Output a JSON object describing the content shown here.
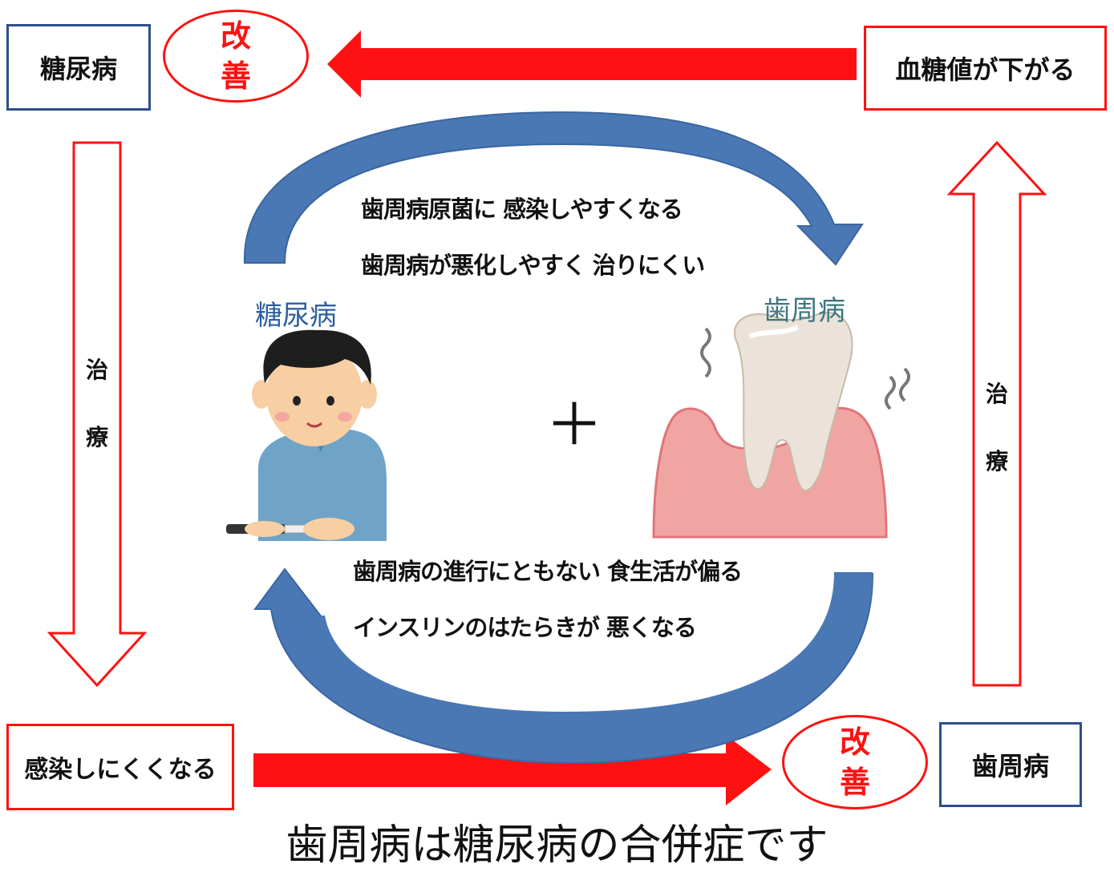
{
  "top_left_box": "糖尿病",
  "top_right_box": "血糖値が下がる",
  "bottom_left_box": "感染しにくくなる",
  "bottom_right_box": "歯周病",
  "improve_top": [
    "改",
    "善"
  ],
  "improve_bottom": [
    "改",
    "善"
  ],
  "left_arrow_text": [
    "治",
    "療"
  ],
  "right_arrow_text": [
    "治",
    "療"
  ],
  "top_messages": [
    "歯周病原菌に 感染しやすくなる",
    "歯周病が悪化しやすく 治りにくい"
  ],
  "bottom_messages": [
    "歯周病の進行にともない 食生活が偏る",
    "インスリンのはたらきが 悪くなる"
  ],
  "person_label": "糖尿病",
  "tooth_label": "歯周病",
  "plus_sign": "＋",
  "caption": "歯周病は糖尿病の合併症です",
  "colors": {
    "red": "#ff1111",
    "blue_arrow": "#4a78b5",
    "box_blue": "#2e4f8a",
    "label_blue": "#2f5f9e",
    "label_teal": "#3e7680"
  }
}
